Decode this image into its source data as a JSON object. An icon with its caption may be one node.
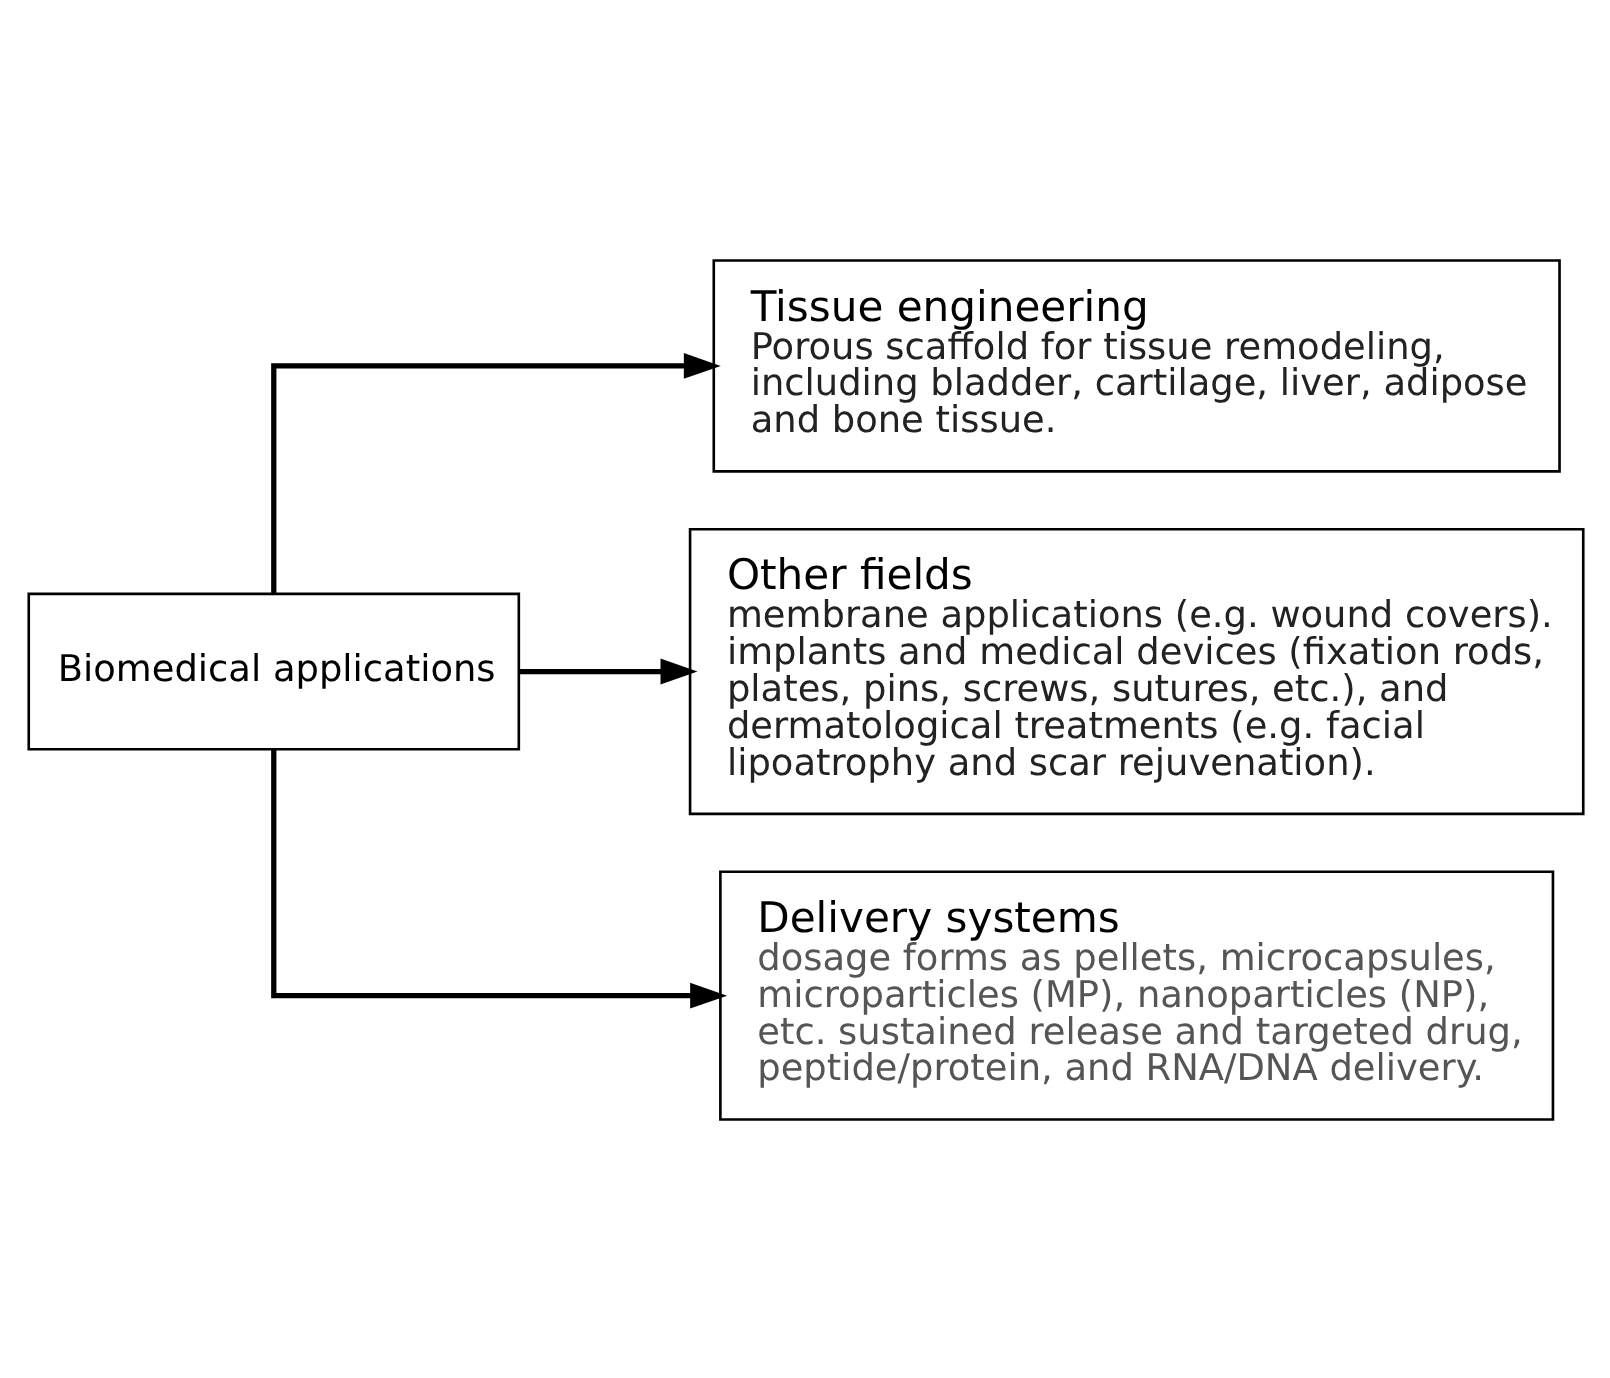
{
  "diagram": {
    "nodes": [
      {
        "text": [
          "Biomedical applications"
        ]
      },
      {
        "text": [
          "Tissue engineering",
          "Porous scaffold for tissue remodeling, including bladder, cartilage, liver, adipose and bone tissue."
        ]
      },
      {
        "text": [
          "Other fields",
          "membrane applications (e.g. wound covers). implants and medical devices (fixation rods, plates, pins, screws, sutures, etc.), and dermatological treatments (e.g. facial lipoatrophy and scar rejuvenation)."
        ]
      },
      {
        "text": [
          "Delivery systems",
          "dosage forms as pellets, microcapsules, microparticles (MP), nanoparticles (NP), etc. sustained release and targeted drug, peptide/protein, and RNA/DNA delivery."
        ]
      }
    ],
    "edges": [
      {
        "from": 0,
        "to": 1,
        "arrow": "to"
      },
      {
        "from": 0,
        "to": 2,
        "arrow": "to"
      },
      {
        "from": 0,
        "to": 3,
        "arrow": "to"
      }
    ]
  }
}
